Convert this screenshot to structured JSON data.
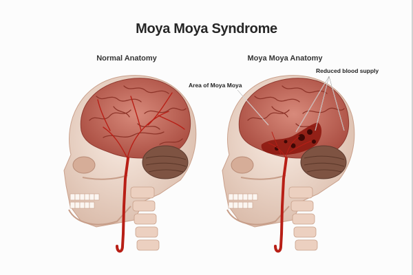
{
  "title": "Moya Moya Syndrome",
  "panels": {
    "normal": {
      "label": "Normal Anatomy"
    },
    "moya": {
      "label": "Moya Moya Anatomy",
      "callout_area": "Area of Moya Moya",
      "callout_reduced": "Reduced blood supply"
    }
  },
  "colors": {
    "skull": "#f1ddd0",
    "skull_shade": "#d9b8a5",
    "brain": "#c76a5c",
    "brain_dark": "#9a3c33",
    "vessel": "#b81f16",
    "cerebellum": "#7a4f3f",
    "spine": "#eccdbd",
    "damage": "#6b0f0a"
  }
}
